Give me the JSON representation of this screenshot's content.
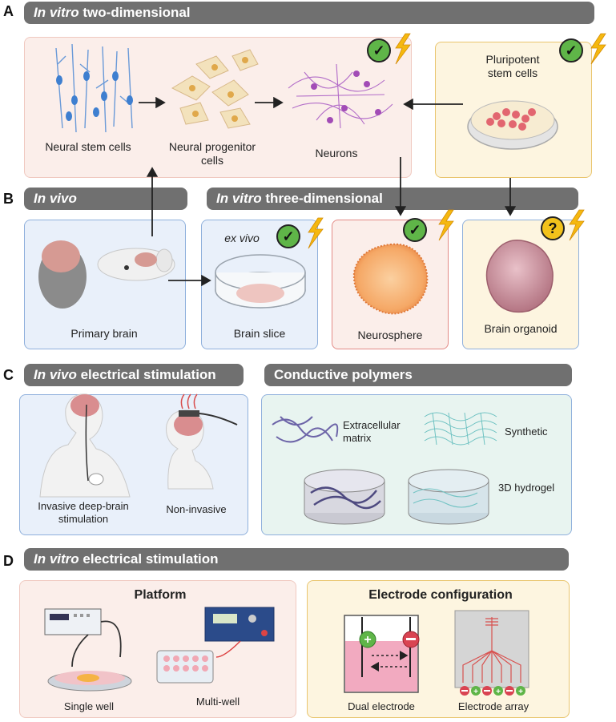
{
  "section_letters": {
    "a": "A",
    "b": "B",
    "c": "C",
    "d": "D"
  },
  "headers": {
    "a_italic": "In vitro",
    "a_rest": " two-dimensional",
    "b_in_vivo": "In vivo",
    "b3d_italic": "In vitro",
    "b3d_rest": " three-dimensional",
    "c_italic": "In vivo",
    "c_rest": " electrical stimulation",
    "c_polymers": "Conductive polymers",
    "d_italic": "In vitro",
    "d_rest": " electrical stimulation"
  },
  "section_a": {
    "neural_stem_cells": "Neural stem cells",
    "neural_progenitor_cells": "Neural progenitor cells",
    "neurons": "Neurons",
    "pluripotent_stem_cells": "Pluripotent stem cells"
  },
  "section_b": {
    "primary_brain": "Primary brain",
    "ex_vivo": "ex vivo",
    "brain_slice": "Brain slice",
    "neurosphere": "Neurosphere",
    "brain_organoid": "Brain organoid"
  },
  "section_c": {
    "invasive": "Invasive deep-brain stimulation",
    "non_invasive": "Non-invasive",
    "extracellular_matrix": "Extracellular matrix",
    "synthetic": "Synthetic",
    "hydrogel": "3D hydrogel"
  },
  "section_d": {
    "platform_title": "Platform",
    "single_well": "Single well",
    "multi_well": "Multi-well",
    "electrode_title": "Electrode configuration",
    "dual_electrode": "Dual electrode",
    "electrode_array": "Electrode array"
  },
  "badges": {
    "check": "✓",
    "question": "?"
  },
  "colors": {
    "header_gray": "#707070",
    "pink_panel": "#fbeeea",
    "yellow_panel": "#fdf5e0",
    "blue_panel": "#e9f0fa",
    "teal_panel": "#e8f4f0",
    "check_green": "#5fb548",
    "question_yellow": "#f2c21b",
    "lightning": "#f5b80f"
  }
}
